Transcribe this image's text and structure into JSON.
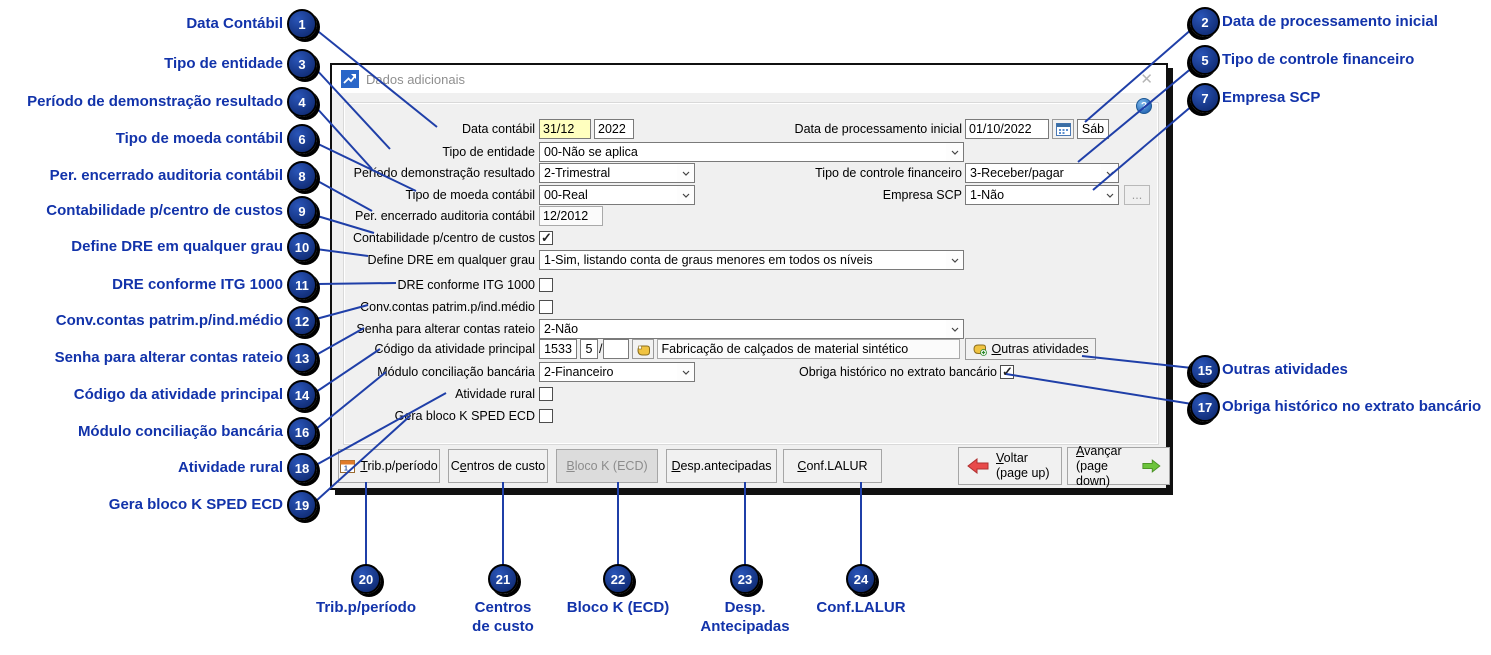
{
  "window": {
    "title": "Dados adicionais",
    "close_glyph": "✕",
    "help_glyph": "?"
  },
  "form": {
    "data_contabil": {
      "label": "Data contábil",
      "day_month": "31/12",
      "year": "2022"
    },
    "tipo_entidade": {
      "label": "Tipo de entidade",
      "value": "00-Não se aplica"
    },
    "periodo_demonstracao": {
      "label": "Período demonstração resultado",
      "value": "2-Trimestral"
    },
    "tipo_moeda": {
      "label": "Tipo de moeda contábil",
      "value": "00-Real"
    },
    "per_encerrado": {
      "label": "Per. encerrado auditoria contábil",
      "value": "12/2012"
    },
    "contabilidade_cc": {
      "label": "Contabilidade p/centro de custos",
      "checked": true
    },
    "define_dre": {
      "label": "Define DRE em qualquer grau",
      "value": "1-Sim, listando conta de graus menores em todos os níveis"
    },
    "dre_itg": {
      "label": "DRE conforme ITG 1000",
      "checked": false
    },
    "conv_contas": {
      "label": "Conv.contas patrim.p/ind.médio",
      "checked": false
    },
    "senha_rateio": {
      "label": "Senha para alterar contas rateio",
      "value": "2-Não"
    },
    "codigo_atividade": {
      "label": "Código da atividade principal",
      "code": "1533",
      "digit": "5",
      "separator": "/",
      "suffix": "",
      "description": "Fabricação de calçados de material sintético"
    },
    "modulo_conciliacao": {
      "label": "Módulo conciliação bancária",
      "value": "2-Financeiro"
    },
    "atividade_rural": {
      "label": "Atividade rural",
      "checked": false
    },
    "gera_bloco_k": {
      "label": "Gera bloco K SPED ECD",
      "checked": false
    },
    "data_processamento": {
      "label": "Data de processamento inicial",
      "value": "01/10/2022",
      "weekday": "Sáb"
    },
    "tipo_controle_financeiro": {
      "label": "Tipo de controle financeiro",
      "value": "3-Receber/pagar"
    },
    "empresa_scp": {
      "label": "Empresa SCP",
      "value": "1-Não",
      "more_button": "..."
    },
    "obriga_historico": {
      "label": "Obriga histórico no extrato bancário",
      "checked": true
    },
    "outras_atividades": {
      "u": "O",
      "b": "utras atividades"
    }
  },
  "tabs": {
    "trib": {
      "a": "",
      "u": "T",
      "b": "rib.p/período"
    },
    "centros": {
      "a": "C",
      "u": "e",
      "b": "ntros de custo"
    },
    "blocok": {
      "a": "",
      "u": "B",
      "b": "loco K (ECD)"
    },
    "desp": {
      "a": "",
      "u": "D",
      "b": "esp.antecipadas"
    },
    "conf": {
      "a": "",
      "u": "C",
      "b": "onf.LALUR"
    }
  },
  "nav": {
    "voltar": {
      "u": "V",
      "b": "oltar",
      "line2": "(page up)"
    },
    "avancar": {
      "u": "A",
      "b": "vançar",
      "line2": "(page down)"
    }
  },
  "callouts": {
    "c1": {
      "n": "1",
      "label": "Data Contábil"
    },
    "c2": {
      "n": "2",
      "label": "Data de processamento inicial"
    },
    "c3": {
      "n": "3",
      "label": "Tipo de entidade"
    },
    "c4": {
      "n": "4",
      "label": "Período de demonstração resultado"
    },
    "c5": {
      "n": "5",
      "label": "Tipo de controle financeiro"
    },
    "c6": {
      "n": "6",
      "label": "Tipo de moeda contábil"
    },
    "c7": {
      "n": "7",
      "label": "Empresa SCP"
    },
    "c8": {
      "n": "8",
      "label": "Per. encerrado auditoria contábil"
    },
    "c9": {
      "n": "9",
      "label": "Contabilidade p/centro de custos"
    },
    "c10": {
      "n": "10",
      "label": "Define DRE em qualquer grau"
    },
    "c11": {
      "n": "11",
      "label": "DRE conforme ITG 1000"
    },
    "c12": {
      "n": "12",
      "label": "Conv.contas patrim.p/ind.médio"
    },
    "c13": {
      "n": "13",
      "label": "Senha para alterar contas rateio"
    },
    "c14": {
      "n": "14",
      "label": "Código da atividade principal"
    },
    "c15": {
      "n": "15",
      "label": "Outras atividades"
    },
    "c16": {
      "n": "16",
      "label": "Módulo conciliação bancária"
    },
    "c17": {
      "n": "17",
      "label": "Obriga histórico no extrato bancário"
    },
    "c18": {
      "n": "18",
      "label": "Atividade rural"
    },
    "c19": {
      "n": "19",
      "label": "Gera bloco K SPED ECD"
    },
    "c20": {
      "n": "20",
      "line1": "Trib.p/período",
      "line2": ""
    },
    "c21": {
      "n": "21",
      "line1": "Centros",
      "line2": "de custo"
    },
    "c22": {
      "n": "22",
      "line1": "Bloco K (ECD)",
      "line2": ""
    },
    "c23": {
      "n": "23",
      "line1": "Desp.",
      "line2": "Antecipadas"
    },
    "c24": {
      "n": "24",
      "line1": "Conf.LALUR",
      "line2": ""
    }
  },
  "colors": {
    "callout_blue": "#1f3fa8",
    "callout_circle": "#122f7a",
    "highlight_field": "#ffffbf",
    "voltar_arrow": "#e84a4a",
    "avancar_arrow": "#6cc43b"
  }
}
